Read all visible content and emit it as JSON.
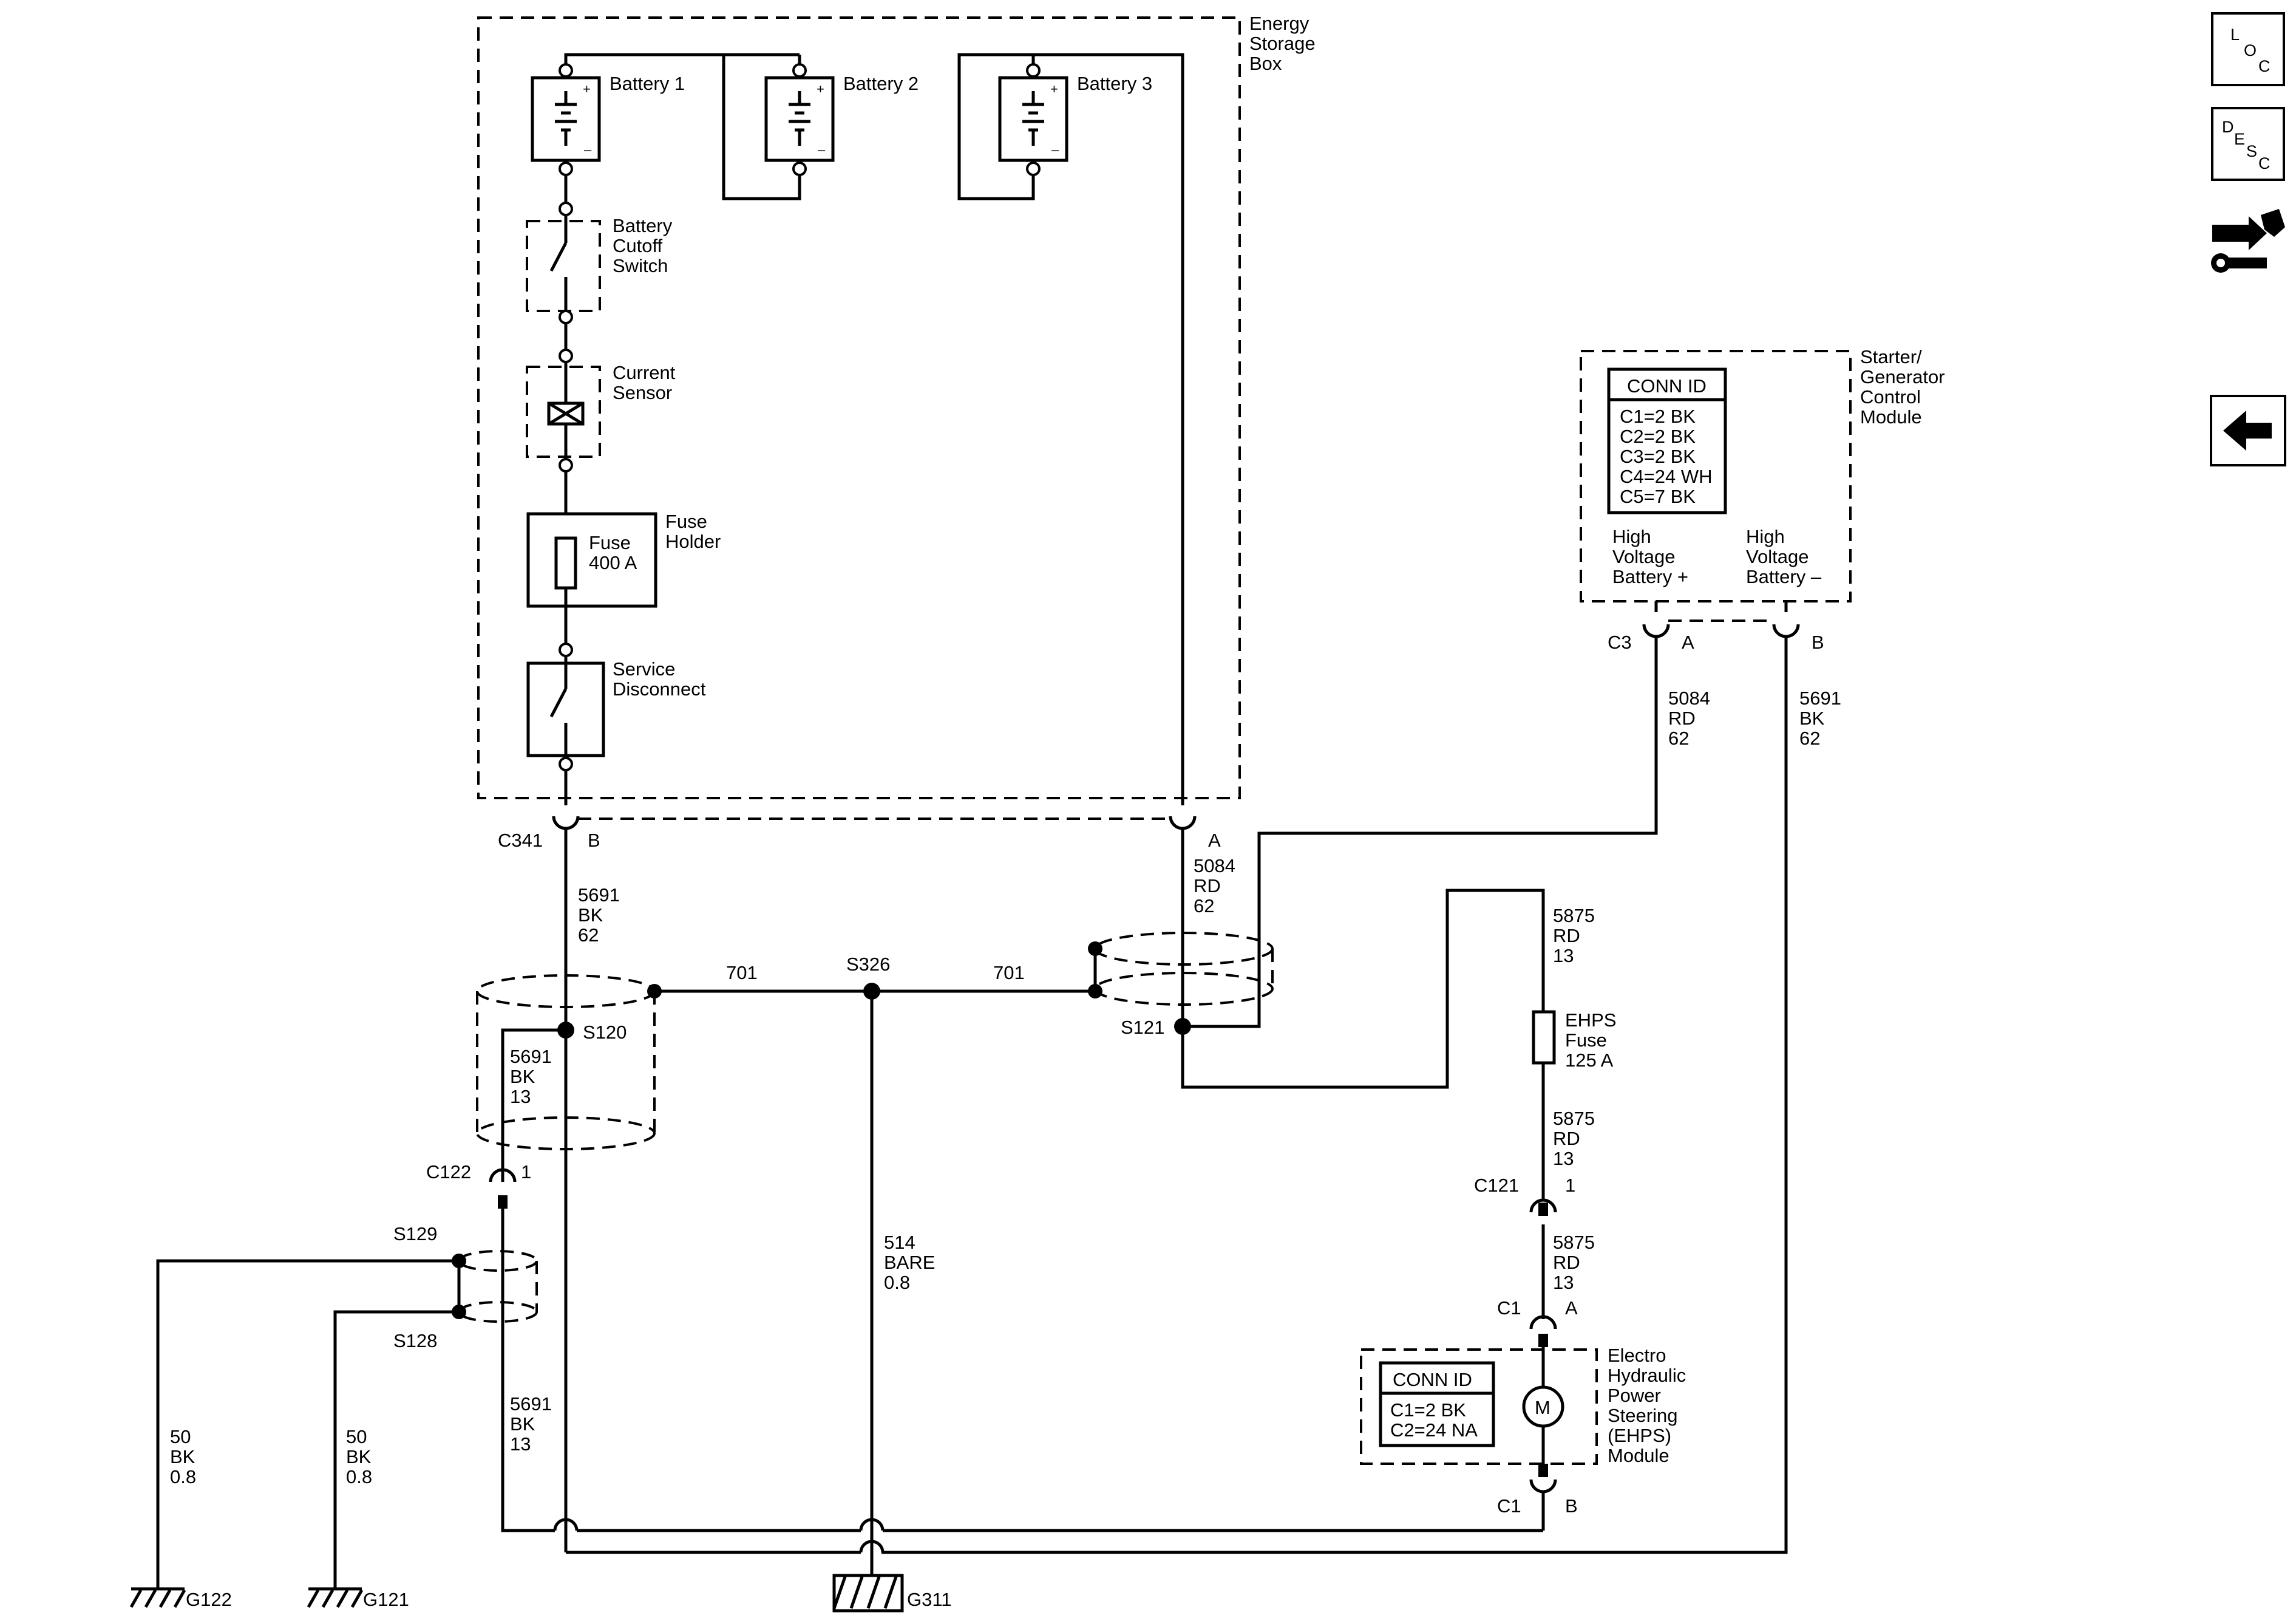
{
  "nav": {
    "loc_icon": "loc-icon",
    "desc_icon": "desc-icon",
    "tools_icon": "connector-tools-icon",
    "back_icon": "back-arrow-icon"
  },
  "energy_box": {
    "title": [
      "Energy",
      "Storage",
      "Box"
    ]
  },
  "batteries": [
    "Battery 1",
    "Battery 2",
    "Battery 3"
  ],
  "cutoff_switch": [
    "Battery",
    "Cutoff",
    "Switch"
  ],
  "current_sensor": [
    "Current",
    "Sensor"
  ],
  "fuse_holder": {
    "label": [
      "Fuse",
      "Holder"
    ],
    "fuse": [
      "Fuse",
      "400 A"
    ]
  },
  "service_disconnect": [
    "Service",
    "Disconnect"
  ],
  "c341": {
    "name": "C341",
    "pin_b": "B",
    "pin_a": "A"
  },
  "wire_left": [
    "5691",
    "BK",
    "62"
  ],
  "wire_mid": [
    "5084",
    "RD",
    "62"
  ],
  "sgcm": {
    "title": [
      "Starter/",
      "Generator",
      "Control",
      "Module"
    ],
    "conn_header": "CONN ID",
    "conn_ids": [
      "C1=2 BK",
      "C2=2 BK",
      "C3=2 BK",
      "C4=24 WH",
      "C5=7 BK"
    ],
    "hv_plus": [
      "High",
      "Voltage",
      "Battery +"
    ],
    "hv_minus": [
      "High",
      "Voltage",
      "Battery –"
    ],
    "conn": "C3",
    "pin_a": "A",
    "pin_b": "B"
  },
  "wire_sgcm_a": [
    "5084",
    "RD",
    "62"
  ],
  "wire_sgcm_b": [
    "5691",
    "BK",
    "62"
  ],
  "splices": {
    "s120": "S120",
    "s121": "S121",
    "s326": "S326",
    "s129": "S129",
    "s128": "S128"
  },
  "shield_701_left": "701",
  "shield_701_right": "701",
  "wire_5691_13": [
    "5691",
    "BK",
    "13"
  ],
  "c122": {
    "name": "C122",
    "pin": "1"
  },
  "wire_514": [
    "514",
    "BARE",
    "0.8"
  ],
  "wire_5691_13_lower": [
    "5691",
    "BK",
    "13"
  ],
  "wire_50_g122": [
    "50",
    "BK",
    "0.8"
  ],
  "wire_50_g121": [
    "50",
    "BK",
    "0.8"
  ],
  "grounds": {
    "g122": "G122",
    "g121": "G121",
    "g311": "G311"
  },
  "wire_5875_top": [
    "5875",
    "RD",
    "13"
  ],
  "ehps_fuse": [
    "EHPS",
    "Fuse",
    "125 A"
  ],
  "wire_5875_mid": [
    "5875",
    "RD",
    "13"
  ],
  "c121": {
    "name": "C121",
    "pin": "1"
  },
  "wire_5875_low": [
    "5875",
    "RD",
    "13"
  ],
  "ehps_module": {
    "c1_top": "C1",
    "pin_a": "A",
    "c1_bottom": "C1",
    "pin_b": "B",
    "conn_header": "CONN ID",
    "conn_ids": [
      "C1=2 BK",
      "C2=24 NA"
    ],
    "motor": "M",
    "title": [
      "Electro",
      "Hydraulic",
      "Power",
      "Steering",
      "(EHPS)",
      "Module"
    ]
  }
}
